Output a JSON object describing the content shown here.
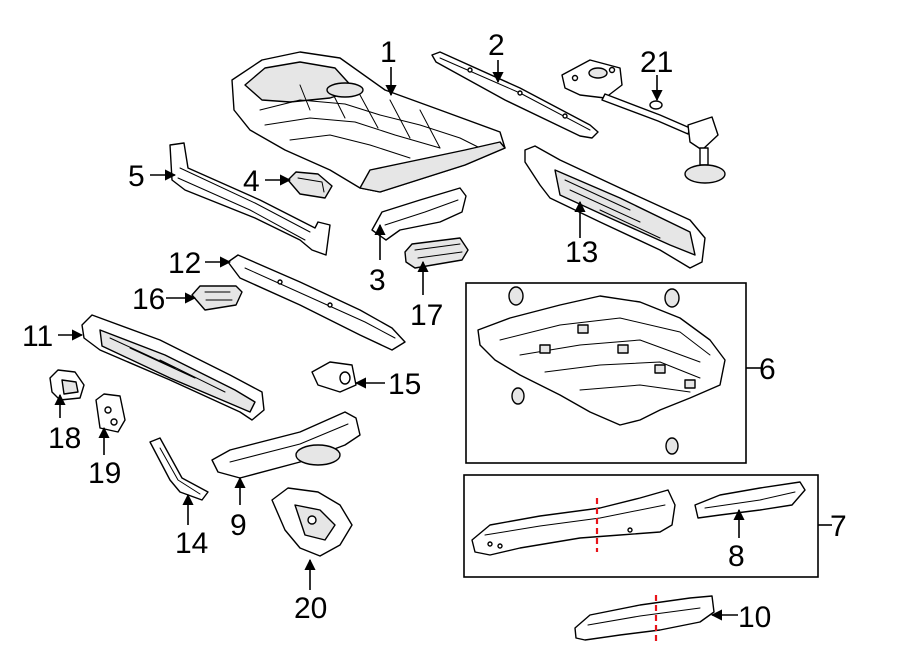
{
  "diagram": {
    "colors": {
      "line": "#000000",
      "cut_line": "#e8141a",
      "background": "#ffffff"
    },
    "callouts": [
      {
        "id": "1",
        "text": "1"
      },
      {
        "id": "2",
        "text": "2"
      },
      {
        "id": "3",
        "text": "3"
      },
      {
        "id": "4",
        "text": "4"
      },
      {
        "id": "5",
        "text": "5"
      },
      {
        "id": "6",
        "text": "6"
      },
      {
        "id": "7",
        "text": "7"
      },
      {
        "id": "8",
        "text": "8"
      },
      {
        "id": "9",
        "text": "9"
      },
      {
        "id": "10",
        "text": "10"
      },
      {
        "id": "11",
        "text": "11"
      },
      {
        "id": "12",
        "text": "12"
      },
      {
        "id": "13",
        "text": "13"
      },
      {
        "id": "14",
        "text": "14"
      },
      {
        "id": "15",
        "text": "15"
      },
      {
        "id": "16",
        "text": "16"
      },
      {
        "id": "17",
        "text": "17"
      },
      {
        "id": "18",
        "text": "18"
      },
      {
        "id": "19",
        "text": "19"
      },
      {
        "id": "20",
        "text": "20"
      },
      {
        "id": "21",
        "text": "21"
      }
    ]
  }
}
